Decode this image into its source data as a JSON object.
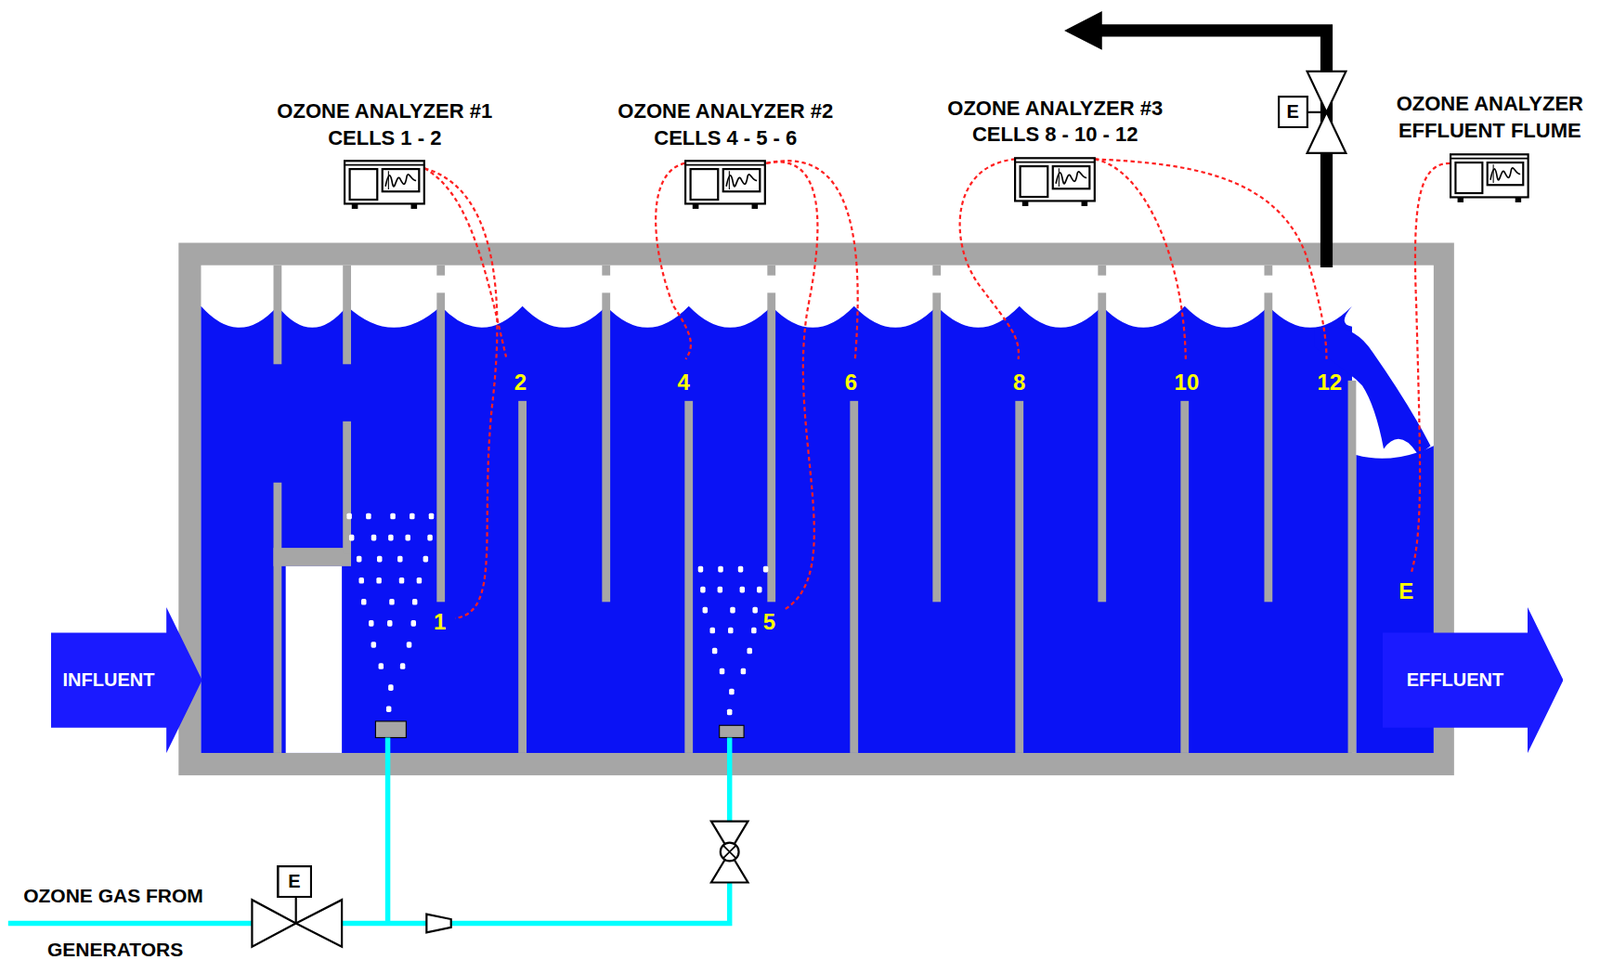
{
  "diagram": {
    "nodes": [
      {
        "text": [
          "OZONE ANALYZER #1 CELLS 1 - 2"
        ]
      },
      {
        "text": [
          "OZONE ANALYZER #2 CELLS 4 - 5 - 6"
        ]
      },
      {
        "text": [
          "OZONE ANALYZER #3 CELLS 8 - 10 - 12"
        ]
      },
      {
        "text": [
          "E"
        ]
      },
      {
        "text": [
          "OZONE ANALYZER EFFLUENT FLUME"
        ]
      },
      {
        "text": [
          "INFLUENT"
        ]
      },
      {
        "text": [
          "EFFLUENT"
        ]
      },
      {
        "text": [
          "E"
        ]
      }
    ],
    "labels": [
      "2",
      "4",
      "6",
      "8",
      "10",
      "12",
      "1",
      "5",
      "E",
      "OZONE GAS FROM",
      "GENERATORS"
    ]
  }
}
